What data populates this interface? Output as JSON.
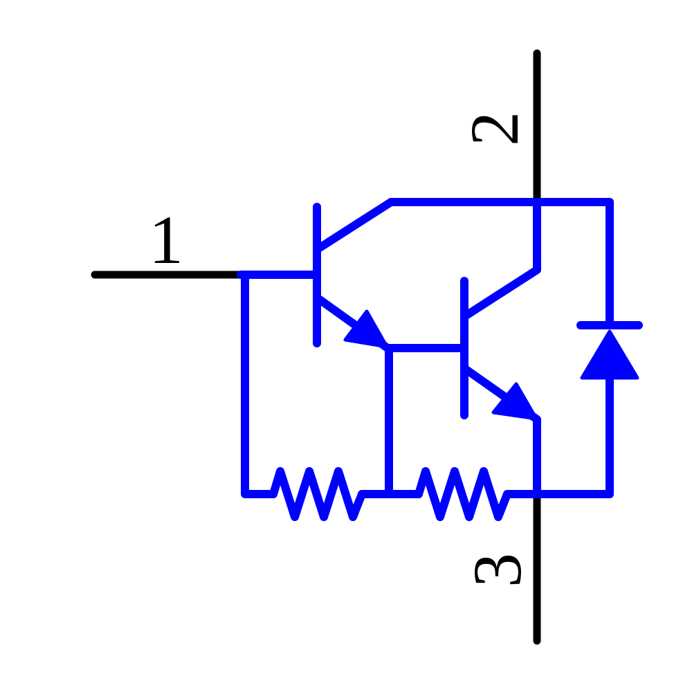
{
  "schematic": {
    "type": "circuit-schematic",
    "terminals": [
      {
        "id": "terminal-1",
        "label": "1",
        "position": "left"
      },
      {
        "id": "terminal-2",
        "label": "2",
        "position": "top-right"
      },
      {
        "id": "terminal-3",
        "label": "3",
        "position": "bottom-right"
      }
    ],
    "components": [
      "npn-transistor-q1",
      "npn-transistor-q2",
      "resistor-r1",
      "resistor-r2",
      "diode-d1"
    ],
    "colors": {
      "wire": "#0000ff",
      "terminal_lead": "#000000",
      "label": "#000000",
      "background": "#ffffff"
    }
  }
}
